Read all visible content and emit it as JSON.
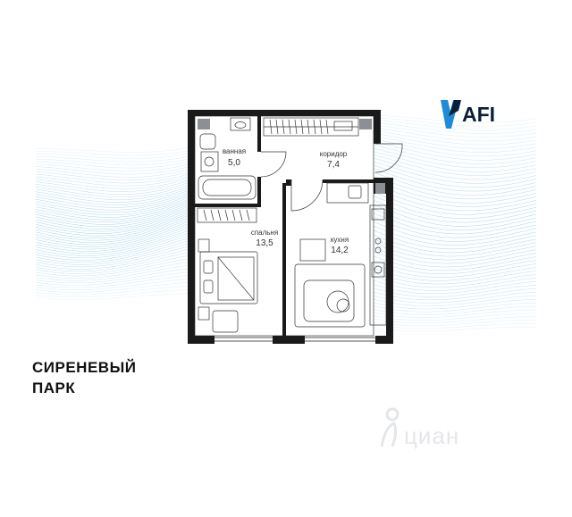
{
  "brand": {
    "logo_text": "AFI",
    "colors": {
      "primary": "#1e8ad8",
      "secondary": "#0b1f3a",
      "wave": "#4aa9e0"
    }
  },
  "project": {
    "line1": "СИРЕНЕВЫЙ",
    "line2": "ПАРК"
  },
  "rooms": [
    {
      "name": "ванная",
      "area": "5,0"
    },
    {
      "name": "коридор",
      "area": "7,4"
    },
    {
      "name": "спальня",
      "area": "13,5"
    },
    {
      "name": "кухня",
      "area": "14,2"
    }
  ],
  "watermark": {
    "text": "циан",
    "icon": "cian-person-icon"
  }
}
